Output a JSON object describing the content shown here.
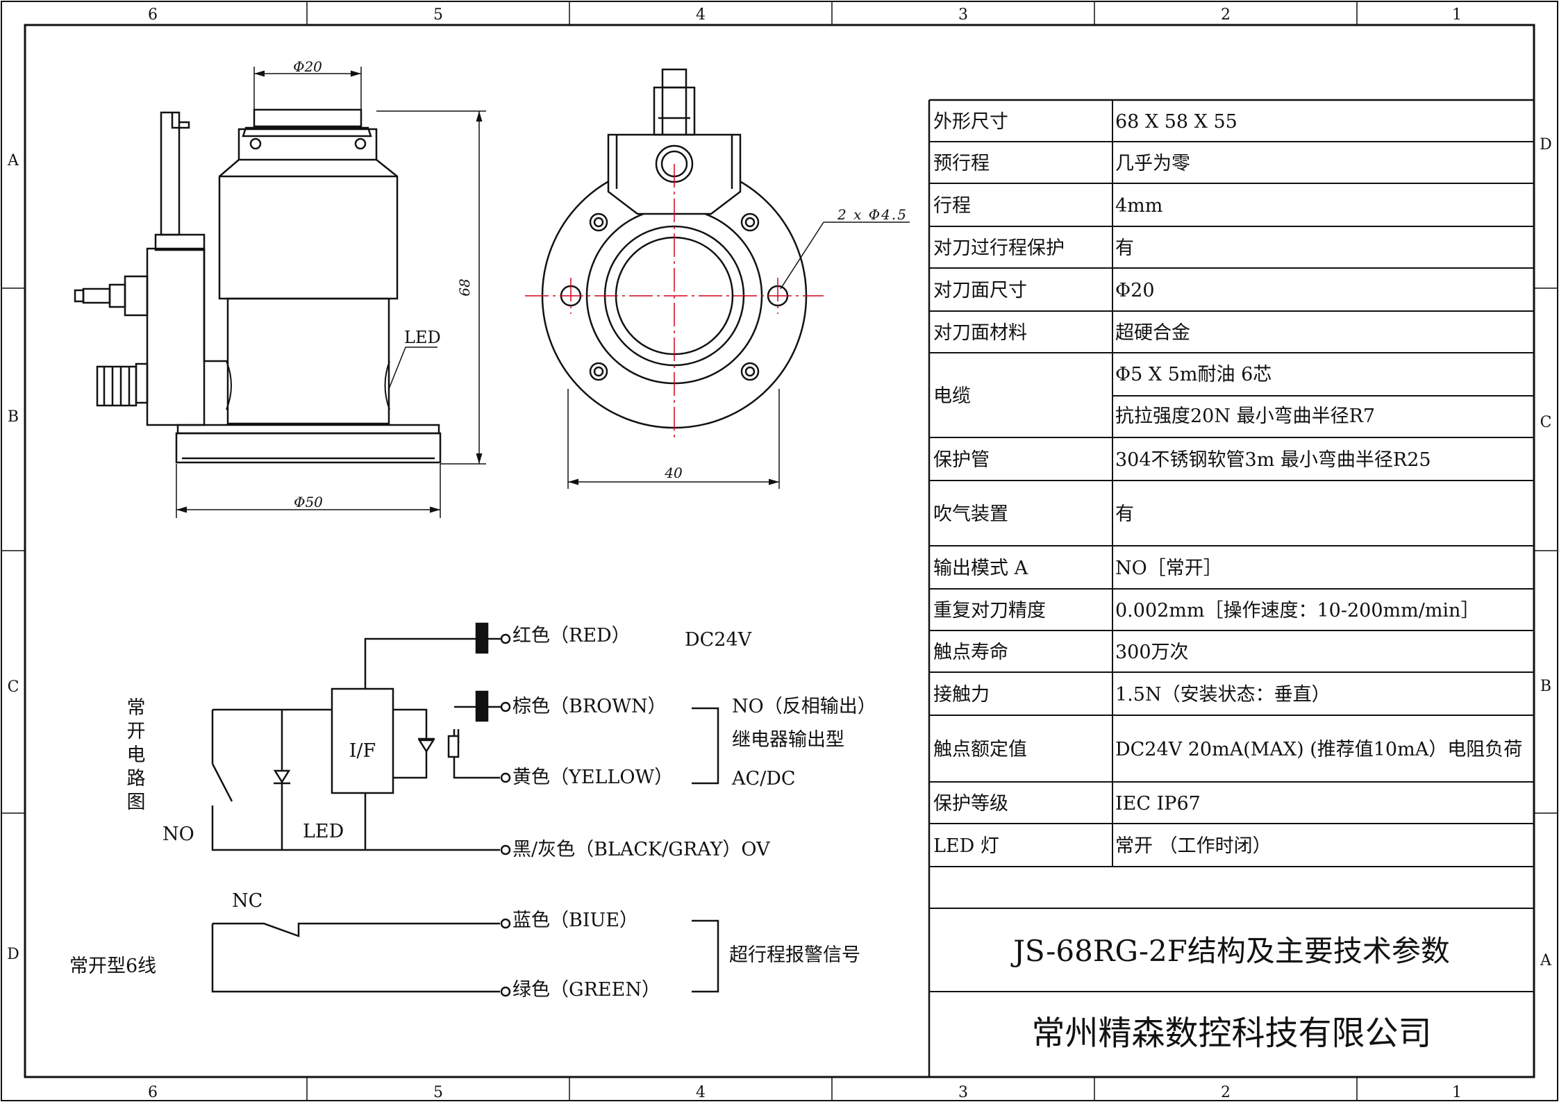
{
  "border": {
    "columns_top": [
      "6",
      "5",
      "4",
      "3",
      "2",
      "1"
    ],
    "columns_bottom": [
      "6",
      "5",
      "4",
      "3",
      "2",
      "1"
    ],
    "rows_left": [
      "A",
      "B",
      "C",
      "D"
    ],
    "rows_right": [
      "D",
      "C",
      "B",
      "A"
    ]
  },
  "dimensions": {
    "phi20": "Φ20",
    "height68": "68",
    "phi50": "Φ50",
    "led": "LED",
    "holes": "2 x Φ4.5",
    "width40": "40"
  },
  "circuit": {
    "title_chars": [
      "常",
      "开",
      "电",
      "路",
      "图"
    ],
    "switch_no": "NO",
    "led": "LED",
    "box": "I/F",
    "red": "红色（RED）",
    "dc24v": "DC24V",
    "brown": "棕色（BROWN）",
    "yellow": "黄色（YELLOW）",
    "no_out": "NO（反相输出）",
    "relay": "继电器输出型",
    "acdc": "AC/DC",
    "black": "黑/灰色（BLACK/GRAY）OV",
    "nc": "NC",
    "blue": "蓝色（BIUE）",
    "green": "绿色（GREEN）",
    "alarm": "超行程报警信号",
    "type": "常开型6线"
  },
  "spec_table": {
    "rows": [
      {
        "label": "外形尺寸",
        "value": " 68 X  58 X 55"
      },
      {
        "label": "预行程",
        "value": "几乎为零"
      },
      {
        "label": "行程",
        "value": "4mm"
      },
      {
        "label": "对刀过行程保护",
        "value": "有"
      },
      {
        "label": "对刀面尺寸",
        "value": "Φ20"
      },
      {
        "label": "对刀面材料",
        "value": "超硬合金"
      },
      {
        "label": "电缆",
        "value": "Φ5 X 5m耐油 6芯",
        "value2": "抗拉强度20N 最小弯曲半径R7"
      },
      {
        "label": "保护管",
        "value": "304不锈钢软管3m 最小弯曲半径R25"
      },
      {
        "label": "吹气装置",
        "value": "有"
      },
      {
        "label": "输出模式 A",
        "value": "NO［常开］"
      },
      {
        "label": "重复对刀精度",
        "value": "0.002mm［操作速度：10-200mm/min］"
      },
      {
        "label": "触点寿命",
        "value": "300万次"
      },
      {
        "label": "接触力",
        "value": "1.5N（安装状态：垂直）"
      },
      {
        "label": "触点额定值",
        "value": "DC24V 20mA(MAX) (推荐值10mA）电阻负荷"
      },
      {
        "label": "保护等级",
        "value": "IEC IP67"
      },
      {
        "label": "LED 灯",
        "value": "常开 （工作时闭）"
      }
    ],
    "title": "JS-68RG-2F结构及主要技术参数",
    "company": "常州精森数控科技有限公司"
  }
}
